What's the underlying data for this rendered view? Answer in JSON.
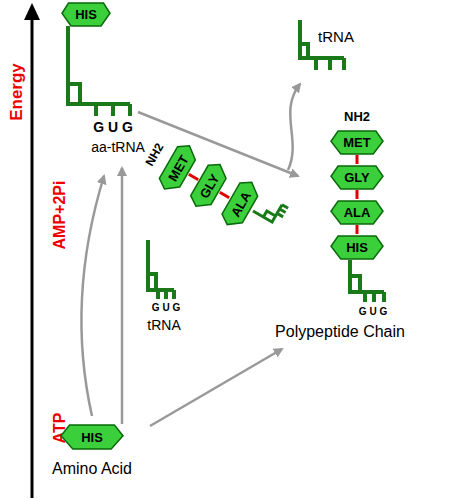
{
  "diagram": {
    "nodes": [
      {
        "text": [
          "HIS"
        ]
      },
      {
        "text": [
          "MET"
        ]
      },
      {
        "text": [
          "GLY"
        ]
      },
      {
        "text": [
          "ALA"
        ]
      },
      {
        "text": [
          "MET"
        ]
      },
      {
        "text": [
          "GLY"
        ]
      },
      {
        "text": [
          "ALA"
        ]
      },
      {
        "text": [
          "HIS"
        ]
      },
      {
        "text": [
          "HIS"
        ]
      }
    ],
    "edges": [
      {
        "from": 1,
        "to": 2,
        "arrow": "none"
      },
      {
        "from": 2,
        "to": 3,
        "arrow": "none"
      },
      {
        "from": 4,
        "to": 5,
        "arrow": "none"
      },
      {
        "from": 5,
        "to": 6,
        "arrow": "none"
      },
      {
        "from": 6,
        "to": 7,
        "arrow": "none"
      }
    ],
    "labels": [
      "Energy",
      "AMP+2Pi",
      "ATP",
      "G U G",
      "aa-tRNA",
      "tRNA",
      "NH2",
      "NH2",
      "G U G",
      "tRNA",
      "G U G",
      "Polypeptide Chain",
      "Amino Acid"
    ]
  }
}
